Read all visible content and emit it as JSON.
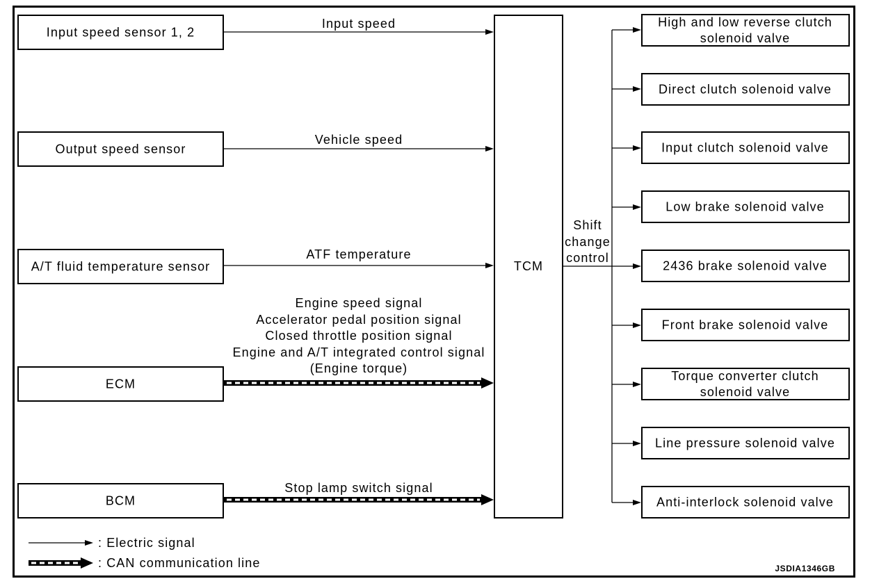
{
  "inputs": [
    {
      "label": "Input speed sensor 1, 2",
      "signal": [
        "Input speed"
      ],
      "can": false
    },
    {
      "label": "Output speed sensor",
      "signal": [
        "Vehicle speed"
      ],
      "can": false
    },
    {
      "label": "A/T fluid temperature sensor",
      "signal": [
        "ATF temperature"
      ],
      "can": false
    },
    {
      "label": "ECM",
      "signal": [
        "Engine speed signal",
        "Accelerator pedal position signal",
        "Closed throttle position signal",
        "Engine and A/T integrated control signal",
        "(Engine torque)"
      ],
      "can": true
    },
    {
      "label": "BCM",
      "signal": [
        "Stop lamp switch signal"
      ],
      "can": true
    }
  ],
  "controller": {
    "label": "TCM"
  },
  "shift_control": {
    "label": [
      "Shift",
      "change",
      "control"
    ]
  },
  "outputs": [
    {
      "label": [
        "High and low reverse clutch",
        "solenoid valve"
      ]
    },
    {
      "label": [
        "Direct clutch solenoid valve"
      ]
    },
    {
      "label": [
        "Input clutch solenoid valve"
      ]
    },
    {
      "label": [
        "Low brake solenoid valve"
      ]
    },
    {
      "label": [
        "2436 brake solenoid valve"
      ]
    },
    {
      "label": [
        "Front brake solenoid valve"
      ]
    },
    {
      "label": [
        "Torque converter clutch",
        "solenoid valve"
      ]
    },
    {
      "label": [
        "Line pressure solenoid valve"
      ]
    },
    {
      "label": [
        "Anti-interlock solenoid valve"
      ]
    }
  ],
  "legend": [
    {
      "label": ": Electric signal",
      "can": false
    },
    {
      "label": ": CAN communication line",
      "can": true
    }
  ],
  "figure_code": "JSDIA1346GB"
}
